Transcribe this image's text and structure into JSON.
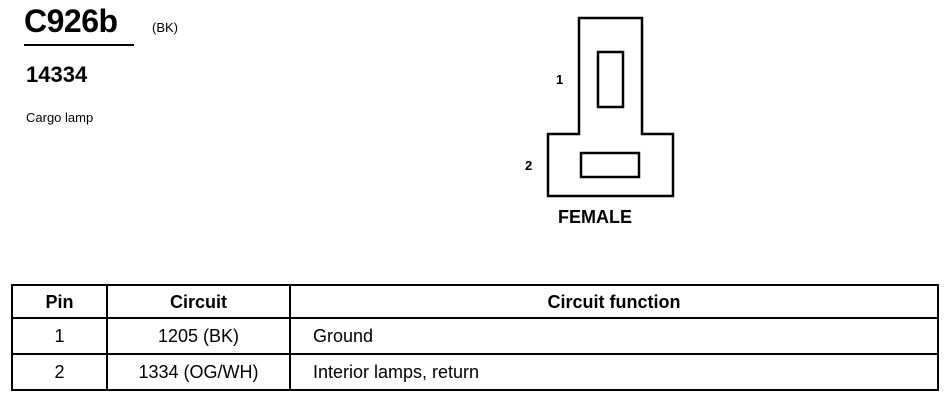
{
  "connector": {
    "id": "C926b",
    "color": "(BK)",
    "part_number": "14334",
    "description": "Cargo lamp"
  },
  "diagram": {
    "pin_labels": [
      "1",
      "2"
    ],
    "view_label": "FEMALE"
  },
  "table": {
    "headers": [
      "Pin",
      "Circuit",
      "Circuit function"
    ],
    "rows": [
      {
        "pin": "1",
        "circuit": "1205 (BK)",
        "function": "Ground"
      },
      {
        "pin": "2",
        "circuit": "1334 (OG/WH)",
        "function": "Interior lamps, return"
      }
    ]
  }
}
